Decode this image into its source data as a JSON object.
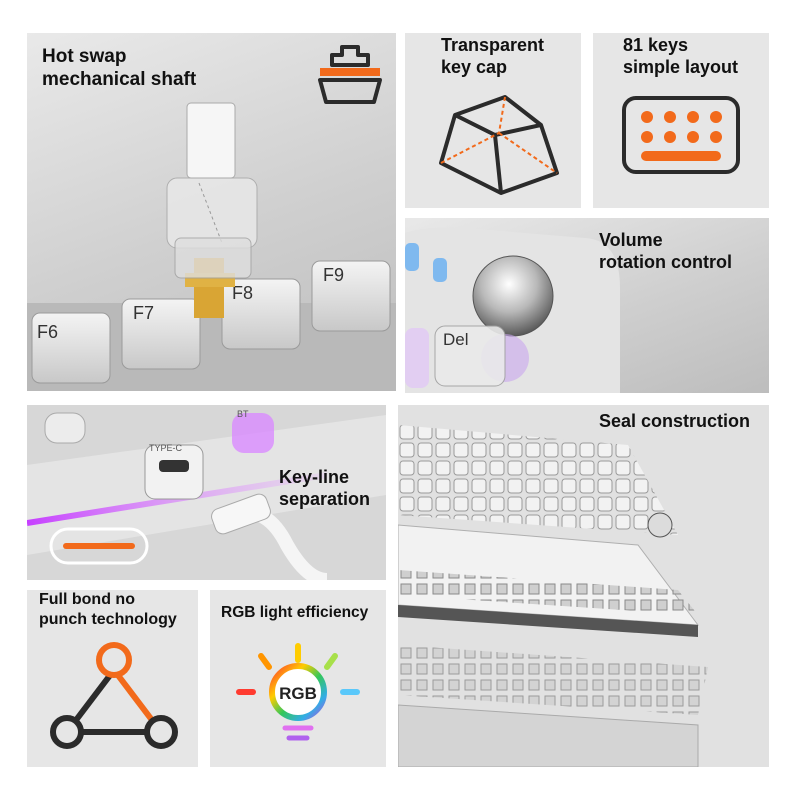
{
  "panels": {
    "hot_swap": {
      "line1": "Hot swap",
      "line2": "mechanical shaft",
      "icon": "switch-shaft-icon"
    },
    "transparent": {
      "line1": "Transparent",
      "line2": "key cap",
      "icon": "keycap-outline-icon"
    },
    "keys81": {
      "line1": "81 keys",
      "line2": "simple layout",
      "icon": "keyboard-grid-icon"
    },
    "volume": {
      "line1": "Volume",
      "line2": "rotation control",
      "keys": [
        "Del"
      ]
    },
    "keyline": {
      "line1": "Key-line",
      "line2": "separation",
      "ports": [
        "TYPE-C",
        "BT"
      ]
    },
    "seal": {
      "title": "Seal construction"
    },
    "fullbond": {
      "line1": "Full bond no",
      "line2": "punch technology",
      "icon": "triangle-nodes-icon"
    },
    "rgb": {
      "title": "RGB light efficiency",
      "icon_text": "RGB",
      "icon": "rgb-bulb-icon"
    },
    "switch_keys": [
      "F6",
      "F7",
      "F8",
      "F9"
    ]
  },
  "colors": {
    "accent": "#f26a1b",
    "dark": "#2b2b2b",
    "panel": "#e6e6e6",
    "glow": "#c640ff"
  }
}
